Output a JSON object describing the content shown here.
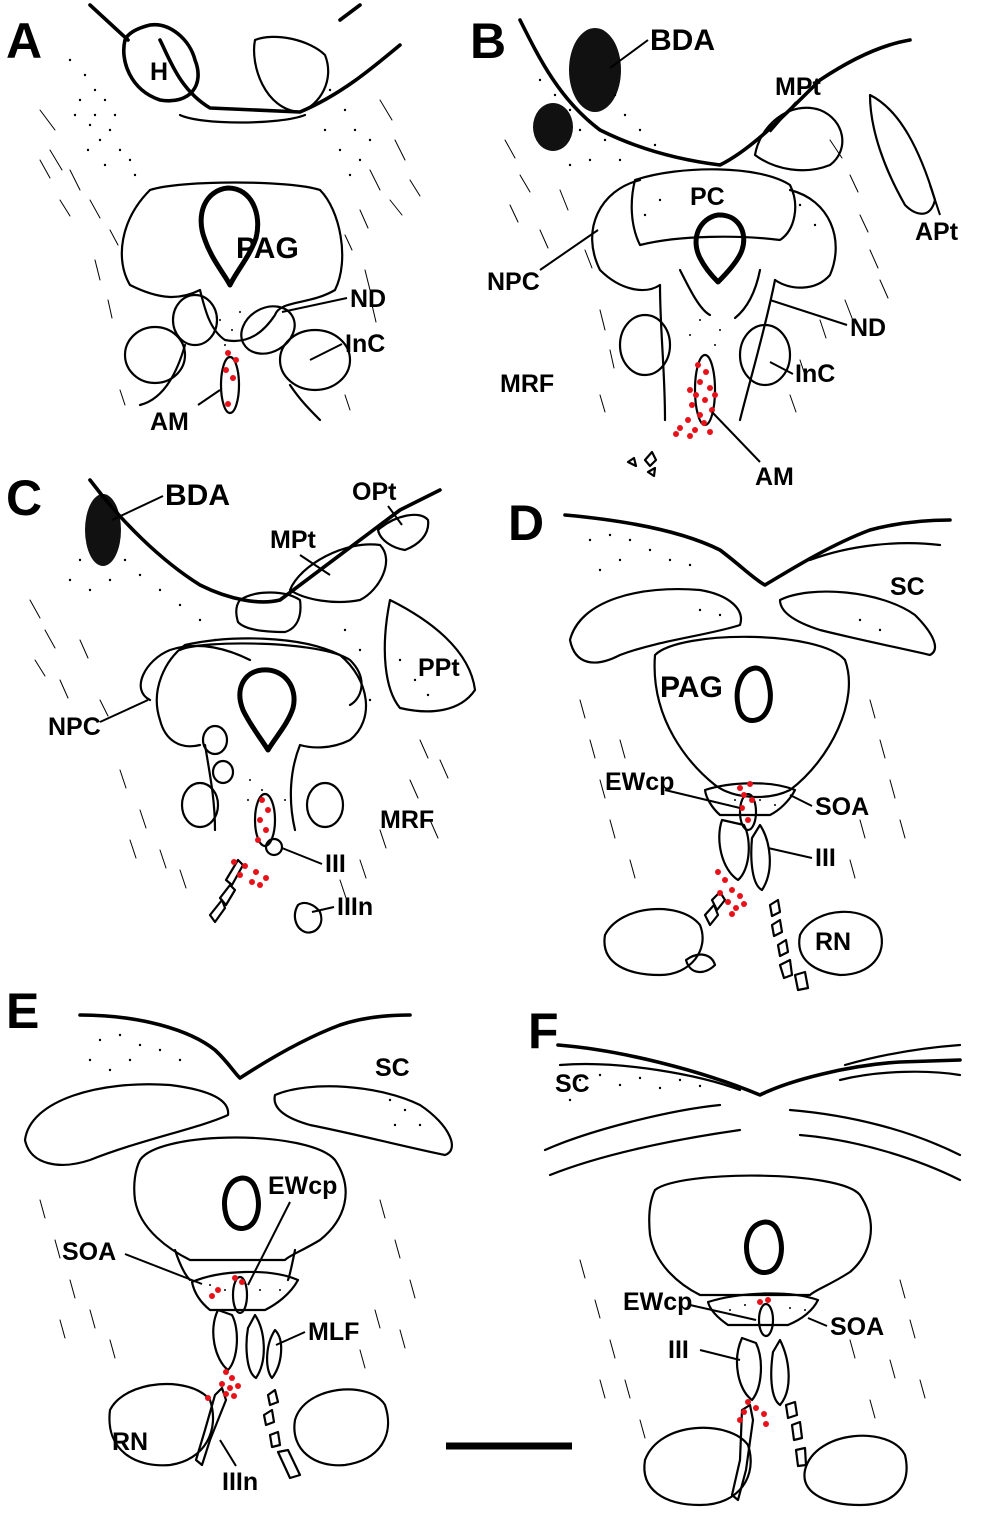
{
  "panels": [
    {
      "letter": "A",
      "labels": {
        "h": "H",
        "pag": "PAG",
        "nd": "ND",
        "inc": "InC",
        "am": "AM"
      }
    },
    {
      "letter": "B",
      "labels": {
        "bda": "BDA",
        "mpt": "MPt",
        "pc": "PC",
        "apt": "APt",
        "npc": "NPC",
        "nd": "ND",
        "mrf": "MRF",
        "inc": "InC",
        "am": "AM"
      }
    },
    {
      "letter": "C",
      "labels": {
        "bda": "BDA",
        "opt": "OPt",
        "mpt": "MPt",
        "ppt": "PPt",
        "npc": "NPC",
        "mrf": "MRF",
        "iii": "III",
        "iiin": "IIIn"
      }
    },
    {
      "letter": "D",
      "labels": {
        "sc": "SC",
        "pag": "PAG",
        "ewcp": "EWcp",
        "soa": "SOA",
        "iii": "III",
        "rn": "RN"
      }
    },
    {
      "letter": "E",
      "labels": {
        "sc": "SC",
        "ewcp": "EWcp",
        "soa": "SOA",
        "mlf": "MLF",
        "rn": "RN",
        "iiin": "IIIn"
      }
    },
    {
      "letter": "F",
      "labels": {
        "sc": "SC",
        "ewcp": "EWcp",
        "soa": "SOA",
        "iii": "III"
      }
    }
  ],
  "colors": {
    "labeled_cells": "#e8111a",
    "outlines": "#000000",
    "background": "#ffffff"
  },
  "scale_bar": {
    "label": ""
  }
}
